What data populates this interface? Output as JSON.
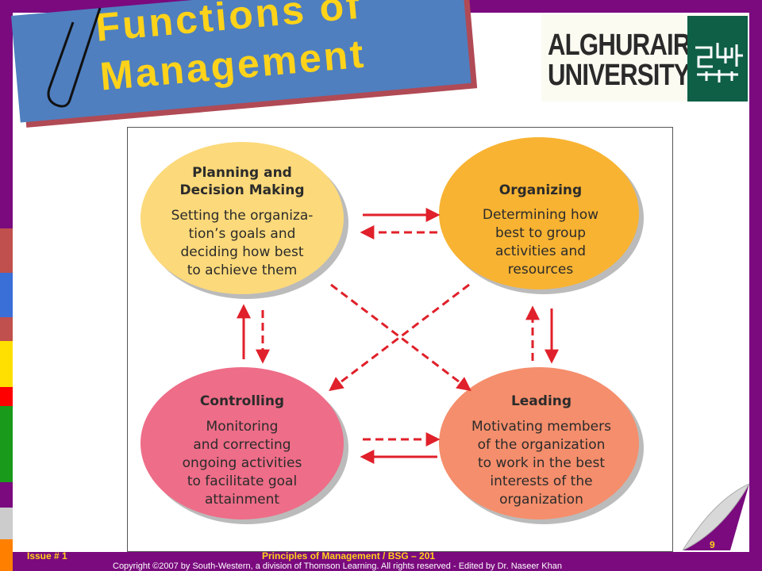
{
  "slide": {
    "title_line1": "Functions of",
    "title_line2": "Management"
  },
  "logo": {
    "line1": "ALGHURAIR",
    "line2": "UNIVERSITY",
    "mark_icon": "alghurair-calligraphy-mark"
  },
  "diagram": {
    "nodes": [
      {
        "id": "planning",
        "title_line1": "Planning and",
        "title_line2": "Decision Making",
        "desc": [
          "Setting the organiza-",
          "tion’s goals and",
          "deciding how best",
          "to achieve them"
        ],
        "color": "#fcd97a"
      },
      {
        "id": "organizing",
        "title_line1": "Organizing",
        "desc": [
          "Determining how",
          "best to group",
          "activities and",
          "resources"
        ],
        "color": "#f8b332"
      },
      {
        "id": "controlling",
        "title_line1": "Controlling",
        "desc": [
          "Monitoring",
          "and correcting",
          "ongoing activities",
          "to facilitate goal",
          "attainment"
        ],
        "color": "#ee6d88"
      },
      {
        "id": "leading",
        "title_line1": "Leading",
        "desc": [
          "Motivating members",
          "of the organization",
          "to work in the best",
          "interests of the",
          "organization"
        ],
        "color": "#f58e6c"
      }
    ],
    "arrow_color": "#e0202a"
  },
  "footer": {
    "issue": "Issue # 1",
    "course": "Principles of Management / BSG – 201",
    "page_number": "9",
    "copyright": "Copyright ©2007 by South-Western, a division of Thomson Learning. All rights reserved - Edited by Dr. Naseer Khan"
  },
  "colors": {
    "frame": "#7a0a7e",
    "title_banner": "#4f7fbf",
    "title_text": "#ffd31a"
  }
}
